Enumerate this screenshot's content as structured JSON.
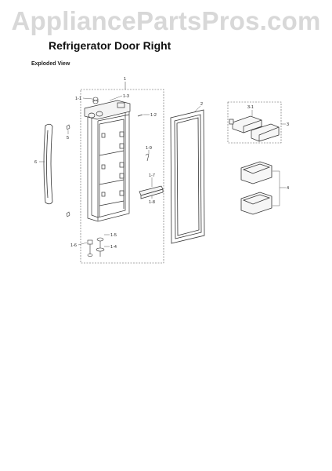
{
  "header": {
    "watermark": "AppliancePartsPros.com",
    "title": "Refrigerator Door Right",
    "subtitle": "Exploded View"
  },
  "callouts": {
    "c1": "1",
    "c1_1": "1-1",
    "c1_3": "1-3",
    "c1_2": "1-2",
    "c5": "5",
    "c6": "6",
    "c1_9": "1-9",
    "c1_7": "1-7",
    "c1_8": "1-8",
    "c1_5": "1-5",
    "c1_6": "1-6",
    "c1_4": "1-4",
    "c2": "2",
    "c3_1": "3-1",
    "c3": "3",
    "c4": "4"
  }
}
